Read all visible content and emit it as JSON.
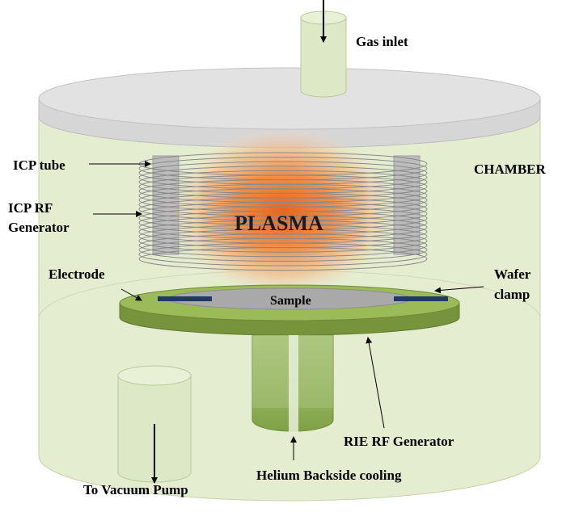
{
  "labels": {
    "gas_inlet": "Gas inlet",
    "chamber": "CHAMBER",
    "icp_tube": "ICP tube",
    "icp_rf_line1": "ICP RF",
    "icp_rf_line2": "Generator",
    "plasma": "PLASMA",
    "electrode": "Electrode",
    "sample": "Sample",
    "wafer_clamp_line1": "Wafer",
    "wafer_clamp_line2": "clamp",
    "rie_rf_generator": "RIE RF Generator",
    "helium_cooling": "Helium Backside cooling",
    "vacuum_pump": "To Vacuum Pump"
  },
  "colors": {
    "chamber_body": "#e3eccf",
    "chamber_lid": "#d9d9d9",
    "pipe": "#dce9c4",
    "icp_tube": "#bfbfbf",
    "coil": "#8c8c8c",
    "plasma": "#ee7b3a",
    "electrode": "#77933c",
    "electrode_top": "#9bbb59",
    "sample": "#a6a6a6",
    "clamp": "#1f3864"
  }
}
